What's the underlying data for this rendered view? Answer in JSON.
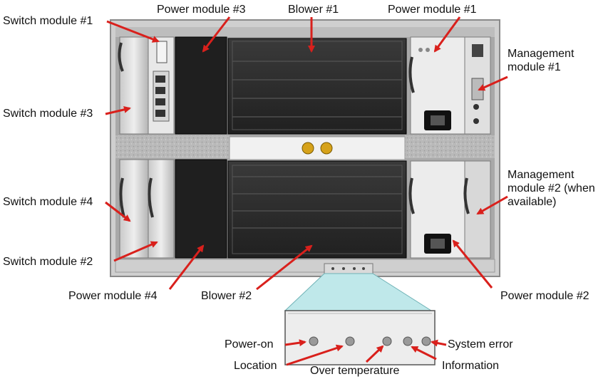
{
  "labels": {
    "switch_module_1": "Switch module #1",
    "power_module_3": "Power module #3",
    "blower_1": "Blower #1",
    "power_module_1": "Power module #1",
    "management_module_1_line1": "Management",
    "management_module_1_line2": "module #1",
    "switch_module_3": "Switch module #3",
    "management_module_2_line1": "Management",
    "management_module_2_line2": "module #2 (when",
    "management_module_2_line3": "available)",
    "switch_module_4": "Switch module #4",
    "switch_module_2": "Switch module #2",
    "power_module_4": "Power module #4",
    "blower_2": "Blower #2",
    "power_module_2": "Power module #2",
    "power_on": "Power-on",
    "location": "Location",
    "over_temperature": "Over temperature",
    "information": "Information",
    "system_error": "System error"
  },
  "colors": {
    "arrow": "#d9201c",
    "chassis_frame": "#bdbdbd",
    "module_dark": "#1c1c1c",
    "module_light": "#e6e6e6",
    "led_panel": "#ededed",
    "callout_fill": "#bfe8ea"
  }
}
